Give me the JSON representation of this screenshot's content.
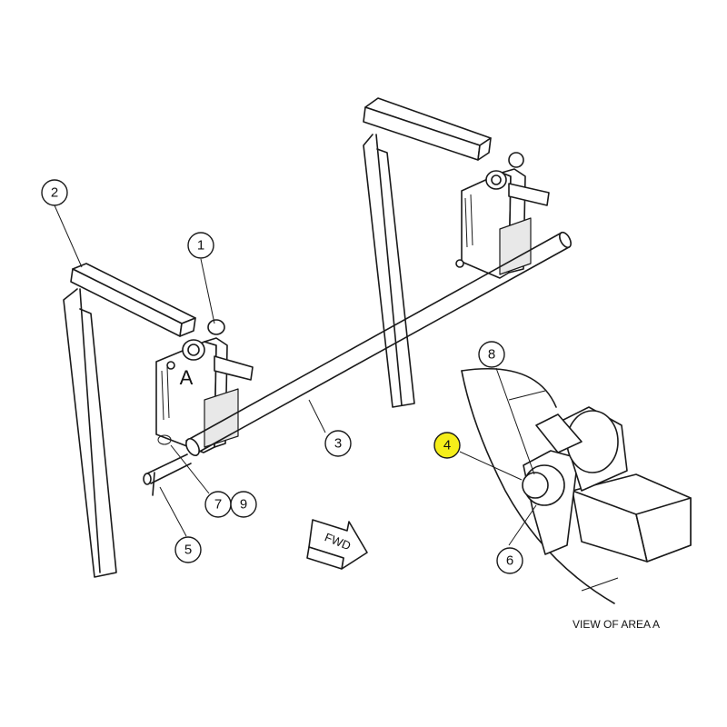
{
  "callouts": {
    "c1": "1",
    "c2": "2",
    "c3": "3",
    "c4": "4",
    "c5": "5",
    "c6": "6",
    "c7": "7",
    "c8": "8",
    "c9": "9"
  },
  "highlighted_callout": "4",
  "highlight_color": "#f5ee1a",
  "area_label": "A",
  "fwd_label": "FWD",
  "view_caption": "VIEW OF AREA A"
}
